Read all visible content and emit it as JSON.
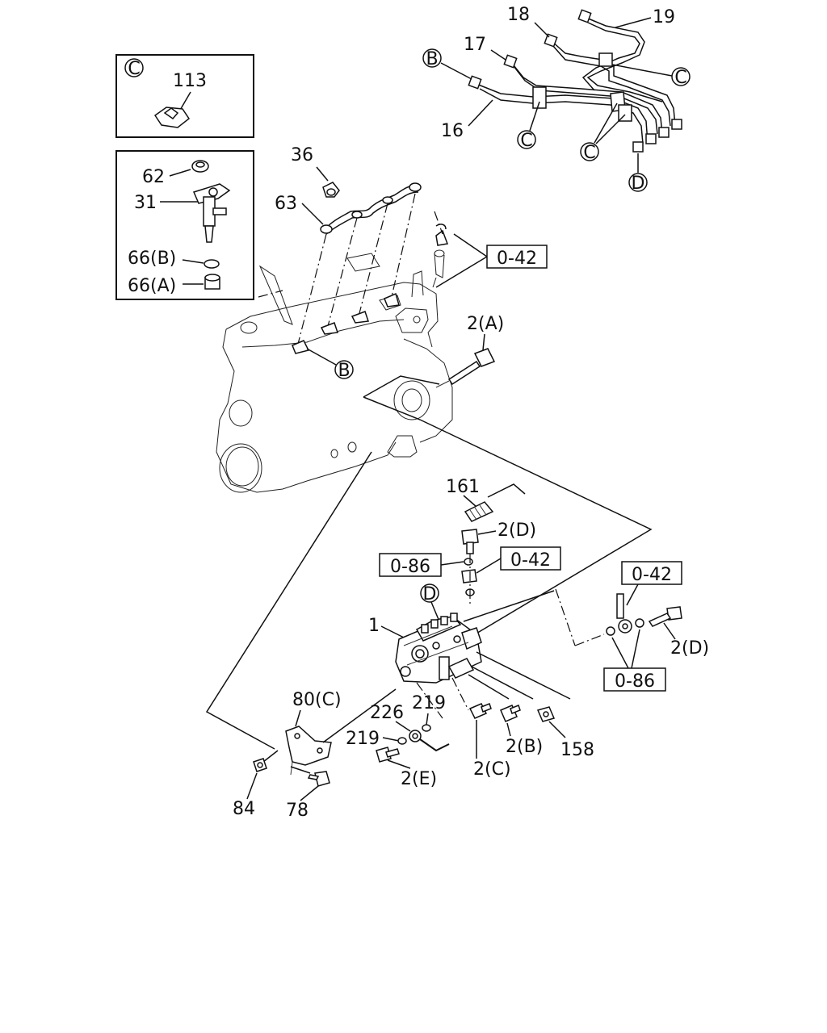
{
  "labels": {
    "l113": "113",
    "l62": "62",
    "l31": "31",
    "l66b": "66(B)",
    "l66a": "66(A)",
    "l36": "36",
    "l63": "63",
    "l18": "18",
    "l19": "19",
    "l17": "17",
    "l16": "16",
    "l2a": "2(A)",
    "l161": "161",
    "l2d_top": "2(D)",
    "l1": "1",
    "l80c": "80(C)",
    "l226": "226",
    "l219_top": "219",
    "l219_left": "219",
    "l2e": "2(E)",
    "l2c": "2(C)",
    "l2b": "2(B)",
    "l158": "158",
    "l84": "84",
    "l78": "78",
    "l2d_right": "2(D)"
  },
  "refs": {
    "r042_top": "0-42",
    "r086_mid": "0-86",
    "r042_mid": "0-42",
    "r042_right": "0-42",
    "r086_right": "0-86"
  },
  "callouts": {
    "c_box": "C",
    "b_top": "B",
    "b_engine": "B",
    "c_right": "C",
    "c_mid": "C",
    "c_low": "C",
    "d_pipe": "D",
    "d_pump": "D"
  }
}
